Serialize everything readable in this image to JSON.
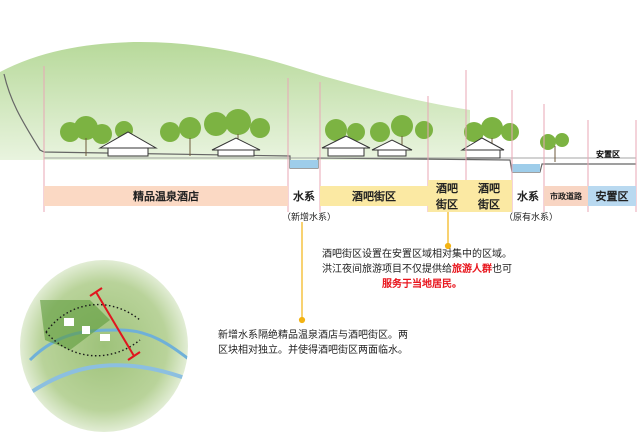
{
  "section": {
    "label_top_right": "安置区",
    "bands": [
      {
        "id": "hotel",
        "text": "精品温泉酒店",
        "color": "#fbd9c4"
      },
      {
        "id": "water1",
        "text": "水系",
        "color": "#ffffff"
      },
      {
        "id": "bar1",
        "text": "酒吧街区",
        "color": "#fbe9a3"
      },
      {
        "id": "bar2_l1",
        "text": "酒吧",
        "color": "#fbe9a3"
      },
      {
        "id": "bar2_l2",
        "text": "街区",
        "color": "#fbe9a3"
      },
      {
        "id": "bar3_l1",
        "text": "酒吧",
        "color": "#fbe9a3"
      },
      {
        "id": "bar3_l2",
        "text": "街区",
        "color": "#fbe9a3"
      },
      {
        "id": "water2",
        "text": "水系",
        "color": "#ffffff"
      },
      {
        "id": "road",
        "text": "市政道路",
        "color": "#f8d5c3"
      },
      {
        "id": "resettle",
        "text": "安置区",
        "color": "#b9d9f0"
      }
    ],
    "paren_new_water": "（新增水系）",
    "paren_old_water": "（原有水系）"
  },
  "notes": {
    "bar_note": {
      "line1": "酒吧街区设置在安置区域相对集中的区域。",
      "line2_a": "洪江夜间旅游项目不仅提供给",
      "line2_hl": "旅游人群",
      "line2_b": "也可",
      "line3_hl": "服务于当地居民。"
    },
    "water_note": {
      "line1": "新增水系隔绝精品温泉酒店与酒吧街区。两",
      "line2": "区块相对独立。并使得酒吧街区两面临水。"
    }
  },
  "colors": {
    "hill": "#c4dfa8",
    "tree": "#7cb342",
    "water": "#9ecdea",
    "pointer": "#f3b313",
    "cut_line": "#e0161f"
  }
}
